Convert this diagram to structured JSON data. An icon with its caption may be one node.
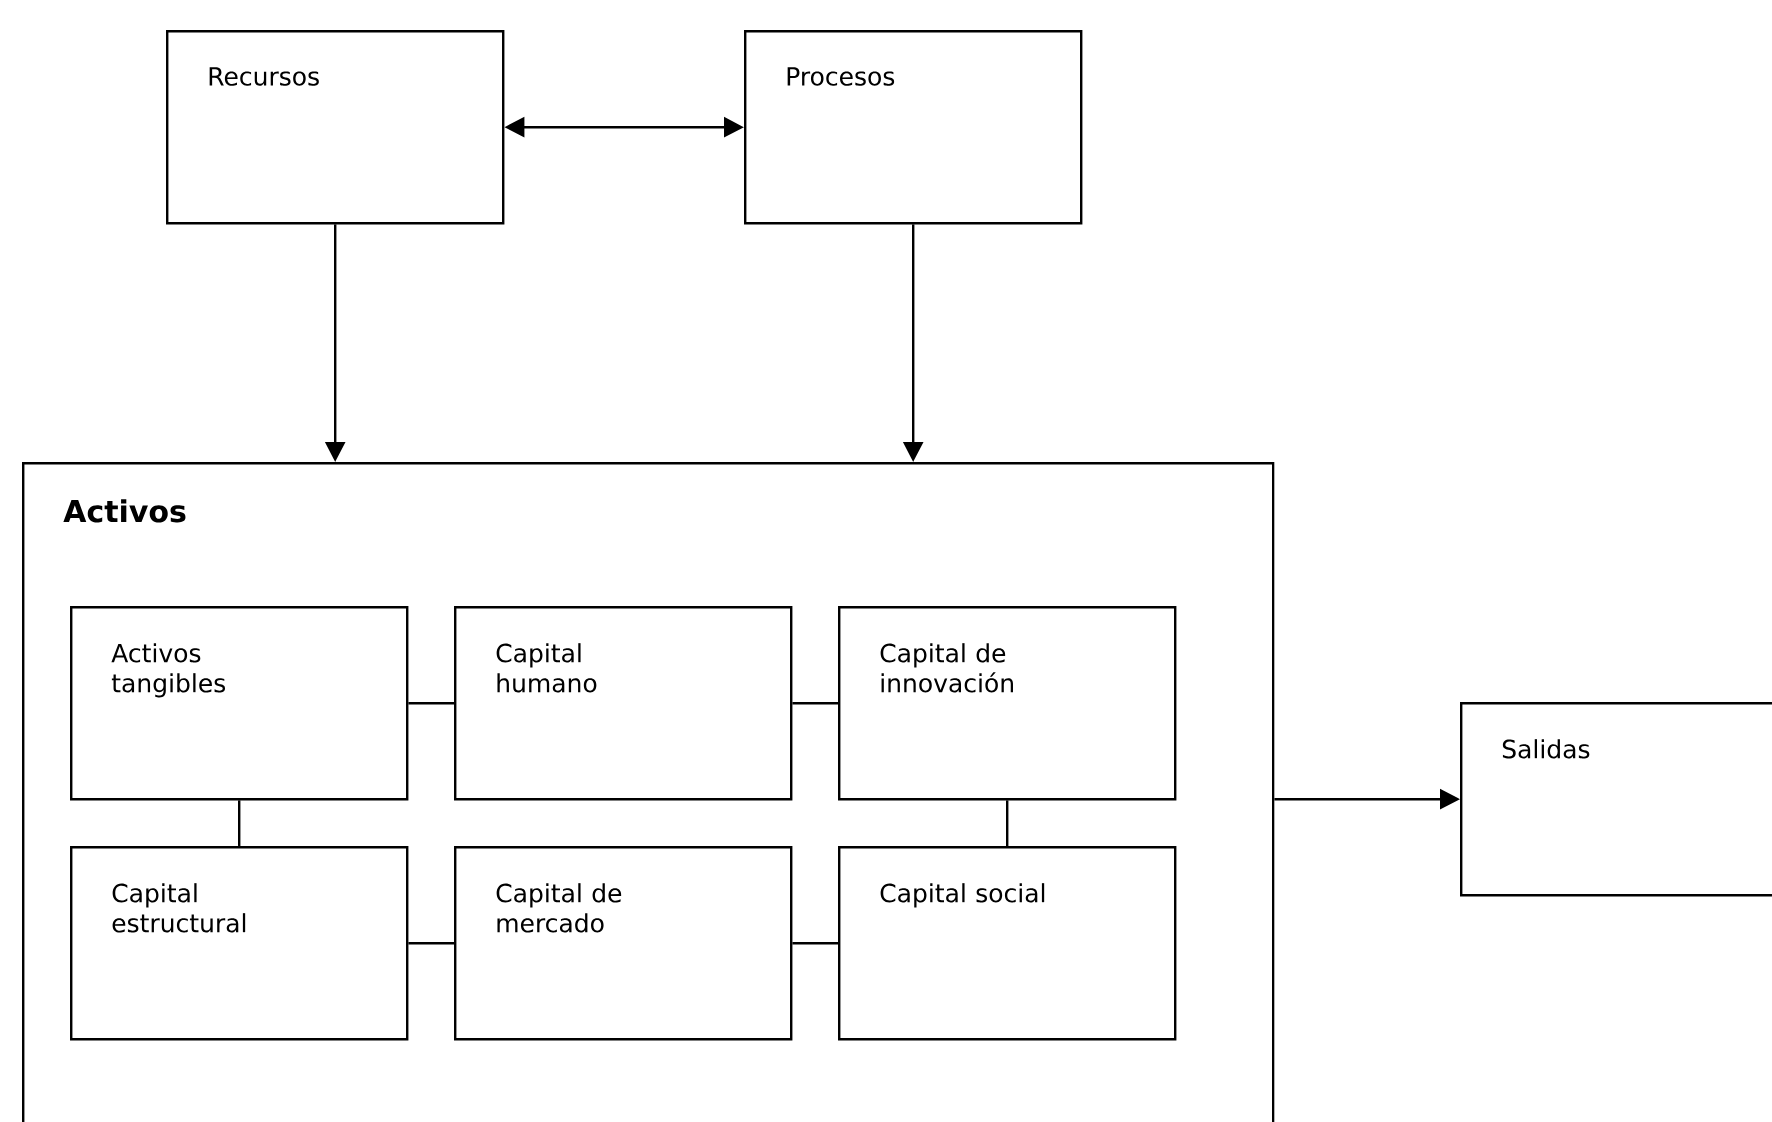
{
  "diagram": {
    "nodes": [
      {
        "text": [
          "Recursos"
        ]
      },
      {
        "text": [
          "Procesos"
        ]
      },
      {
        "text": [
          "Activos"
        ]
      },
      {
        "text": [
          "Activos tangibles"
        ],
        "in": 2
      },
      {
        "text": [
          "Capital humano"
        ],
        "in": 2
      },
      {
        "text": [
          "Capital de innovación"
        ],
        "in": 2
      },
      {
        "text": [
          "Capital estructural"
        ],
        "in": 2
      },
      {
        "text": [
          "Capital de mercado"
        ],
        "in": 2
      },
      {
        "text": [
          "Capital social"
        ],
        "in": 2
      },
      {
        "text": [
          "Salidas"
        ]
      }
    ],
    "edges": [
      {
        "from": 0,
        "to": 1,
        "arrow": "both"
      },
      {
        "from": 0,
        "to": 2,
        "arrow": "to"
      },
      {
        "from": 1,
        "to": 2,
        "arrow": "to"
      },
      {
        "from": 3,
        "to": 4,
        "arrow": "none"
      },
      {
        "from": 4,
        "to": 5,
        "arrow": "none"
      },
      {
        "from": 3,
        "to": 6,
        "arrow": "none"
      },
      {
        "from": 5,
        "to": 8,
        "arrow": "none"
      },
      {
        "from": 6,
        "to": 7,
        "arrow": "none"
      },
      {
        "from": 7,
        "to": 8,
        "arrow": "none"
      },
      {
        "from": 2,
        "to": 9,
        "arrow": "to"
      }
    ]
  }
}
